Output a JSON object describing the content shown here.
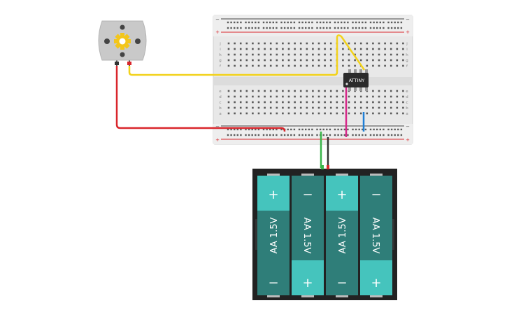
{
  "breadboard": {
    "rail_plus": "+",
    "rail_minus": "−",
    "row_letters_top": [
      "j",
      "i",
      "h",
      "g",
      "f"
    ],
    "row_letters_bottom": [
      "e",
      "d",
      "c",
      "b",
      "a"
    ],
    "column_count": 30
  },
  "chip": {
    "label": "ATTINY"
  },
  "battery": {
    "cells": [
      {
        "label": "AA 1.5V",
        "top_sign": "+",
        "bottom_sign": "−"
      },
      {
        "label": "AA 1.5V",
        "top_sign": "−",
        "bottom_sign": "+"
      },
      {
        "label": "AA 1.5V",
        "top_sign": "+",
        "bottom_sign": "−"
      },
      {
        "label": "AA 1.5V",
        "top_sign": "−",
        "bottom_sign": "+"
      }
    ]
  },
  "colors": {
    "wire_yellow": "#f2d21b",
    "wire_red": "#d9262c",
    "wire_magenta": "#d52a8a",
    "wire_blue": "#1f7fd6",
    "wire_green": "#3ab54a",
    "wire_black": "#333333",
    "battery_cell": "#2f7e79",
    "battery_cap": "#45c4bd",
    "battery_case": "#222222",
    "chip_body": "#2b2b2b",
    "motor_body": "#c9c9c9",
    "motor_gear": "#f3c61a"
  }
}
